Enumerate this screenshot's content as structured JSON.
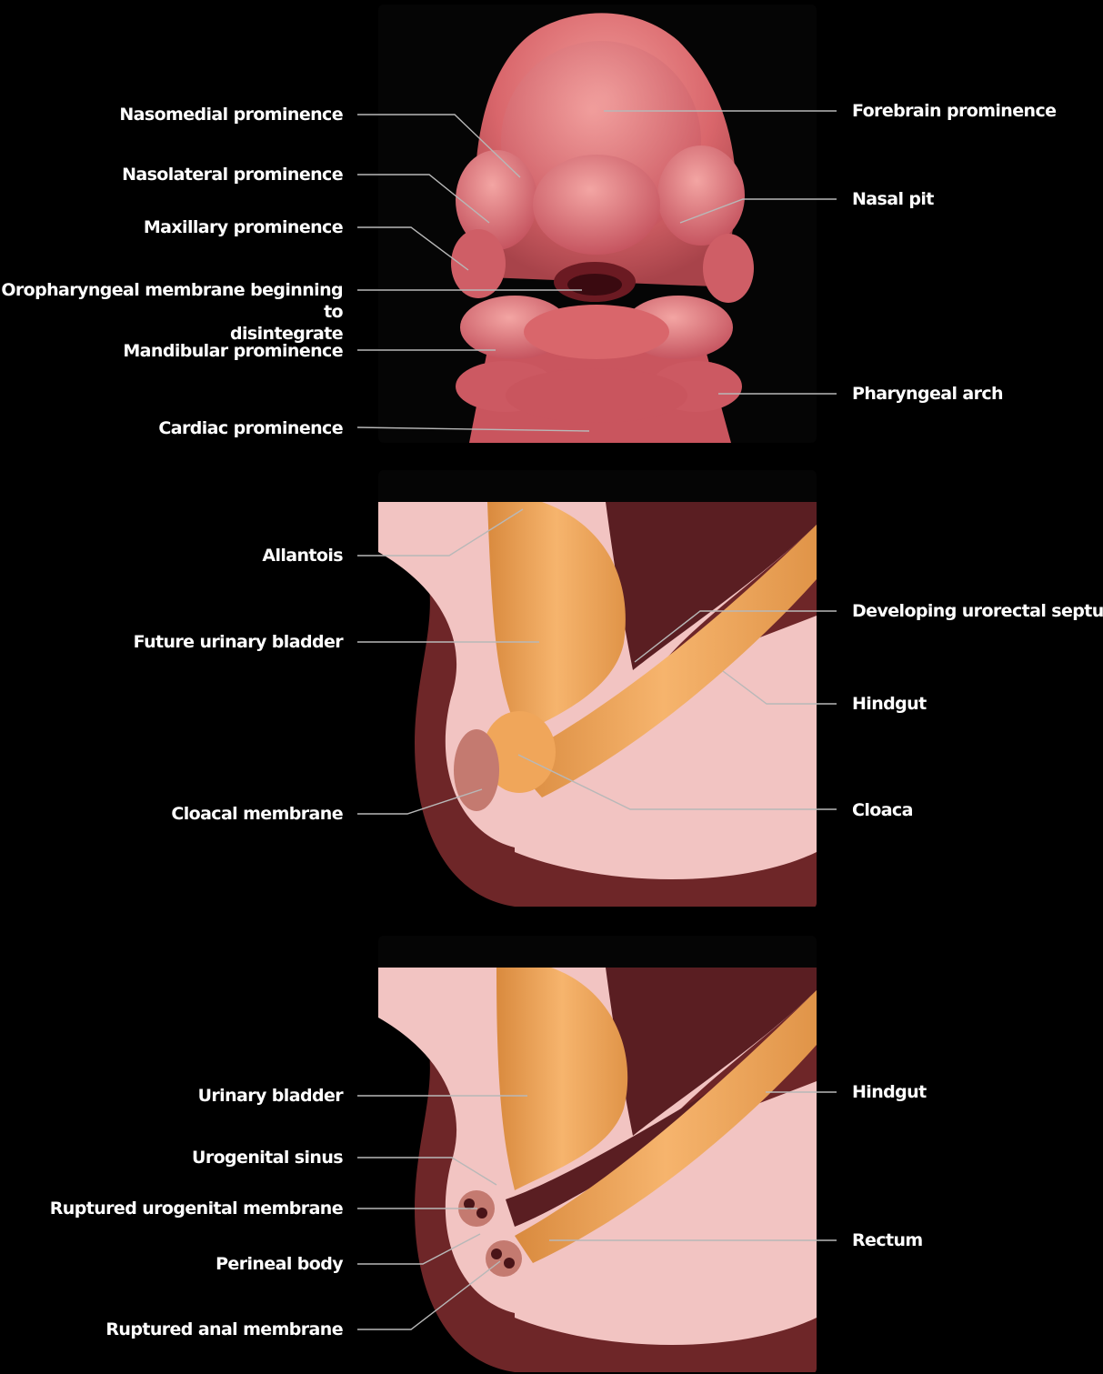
{
  "panels": [
    {
      "id": "face-development",
      "labels_left": [
        {
          "key": "nasomedial",
          "text": "Nasomedial prominence"
        },
        {
          "key": "nasolateral",
          "text": "Nasolateral prominence"
        },
        {
          "key": "maxillary",
          "text": "Maxillary prominence"
        },
        {
          "key": "oropharyngeal",
          "text": "Oropharyngeal membrane beginning to\ndisintegrate"
        },
        {
          "key": "mandibular",
          "text": "Mandibular prominence"
        },
        {
          "key": "cardiac",
          "text": "Cardiac prominence"
        }
      ],
      "labels_right": [
        {
          "key": "forebrain",
          "text": "Forebrain prominence"
        },
        {
          "key": "nasal-pit",
          "text": "Nasal pit"
        },
        {
          "key": "pharyngeal-arch",
          "text": "Pharyngeal arch"
        }
      ]
    },
    {
      "id": "cloaca-stage",
      "labels_left": [
        {
          "key": "allantois",
          "text": "Allantois"
        },
        {
          "key": "future-urinary-bladder",
          "text": "Future urinary bladder"
        },
        {
          "key": "cloacal-membrane",
          "text": "Cloacal membrane"
        }
      ],
      "labels_right": [
        {
          "key": "urorectal-septum",
          "text": "Developing urorectal septum"
        },
        {
          "key": "hindgut",
          "text": "Hindgut"
        },
        {
          "key": "cloaca",
          "text": "Cloaca"
        }
      ]
    },
    {
      "id": "divided-stage",
      "labels_left": [
        {
          "key": "urinary-bladder",
          "text": "Urinary bladder"
        },
        {
          "key": "urogenital-sinus",
          "text": "Urogenital sinus"
        },
        {
          "key": "ruptured-urogenital-membrane",
          "text": "Ruptured urogenital membrane"
        },
        {
          "key": "perineal-body",
          "text": "Perineal body"
        },
        {
          "key": "ruptured-anal-membrane",
          "text": "Ruptured anal membrane"
        }
      ],
      "labels_right": [
        {
          "key": "hindgut",
          "text": "Hindgut"
        },
        {
          "key": "rectum",
          "text": "Rectum"
        }
      ]
    }
  ],
  "colors": {
    "background": "#000000",
    "face_skin": "#d9666b",
    "gut_orange": "#f0a65a",
    "tissue_pink": "#f2c4c2",
    "tissue_dark": "#7a2f2c",
    "leader_line": "#b8b8b8"
  }
}
